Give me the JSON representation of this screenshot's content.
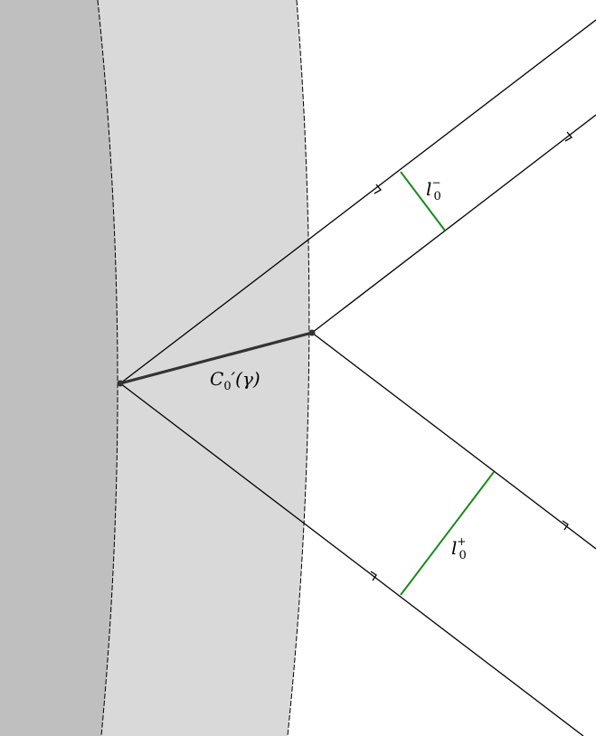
{
  "labels": {
    "segment_main": "C",
    "segment_sub": "0",
    "segment_rest": "′(γ)",
    "l_minus_main": "l",
    "l_minus_sub": "0",
    "l_minus_sup": "−",
    "l_plus_main": "l",
    "l_plus_sub": "0",
    "l_plus_sup": "+"
  },
  "colors": {
    "outer_band": "#bfbfbf",
    "inner_band": "#d9d9d9",
    "lines": "#000000",
    "segment": "#333333",
    "width_markers": "#1a8a1a"
  }
}
